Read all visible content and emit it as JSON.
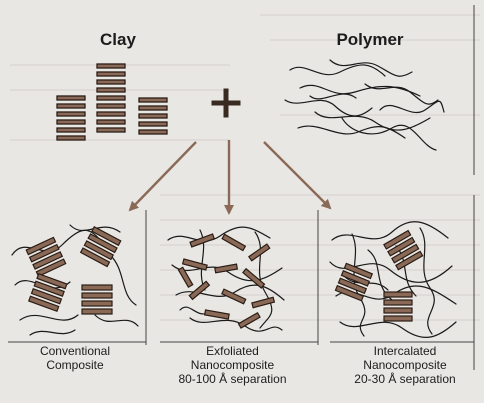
{
  "labels": {
    "clay": "Clay",
    "polymer": "Polymer",
    "conventional": [
      "Conventional",
      "Composite"
    ],
    "exfoliated": [
      "Exfoliated",
      "Nanocomposite",
      "80-100 Å separation"
    ],
    "intercalated": [
      "Intercalated",
      "Nanocomposite",
      "20-30 Å separation"
    ]
  },
  "colors": {
    "clay_fill": "#8a6a57",
    "clay_stroke": "#2a1d15",
    "arrow": "#8a6a57",
    "polymer": "#1a1a1a",
    "background": "#e9e7e4",
    "bleed_text": "#c9c6c2"
  },
  "icons": {
    "plus": "plus-icon",
    "arrow": "arrow-icon"
  }
}
